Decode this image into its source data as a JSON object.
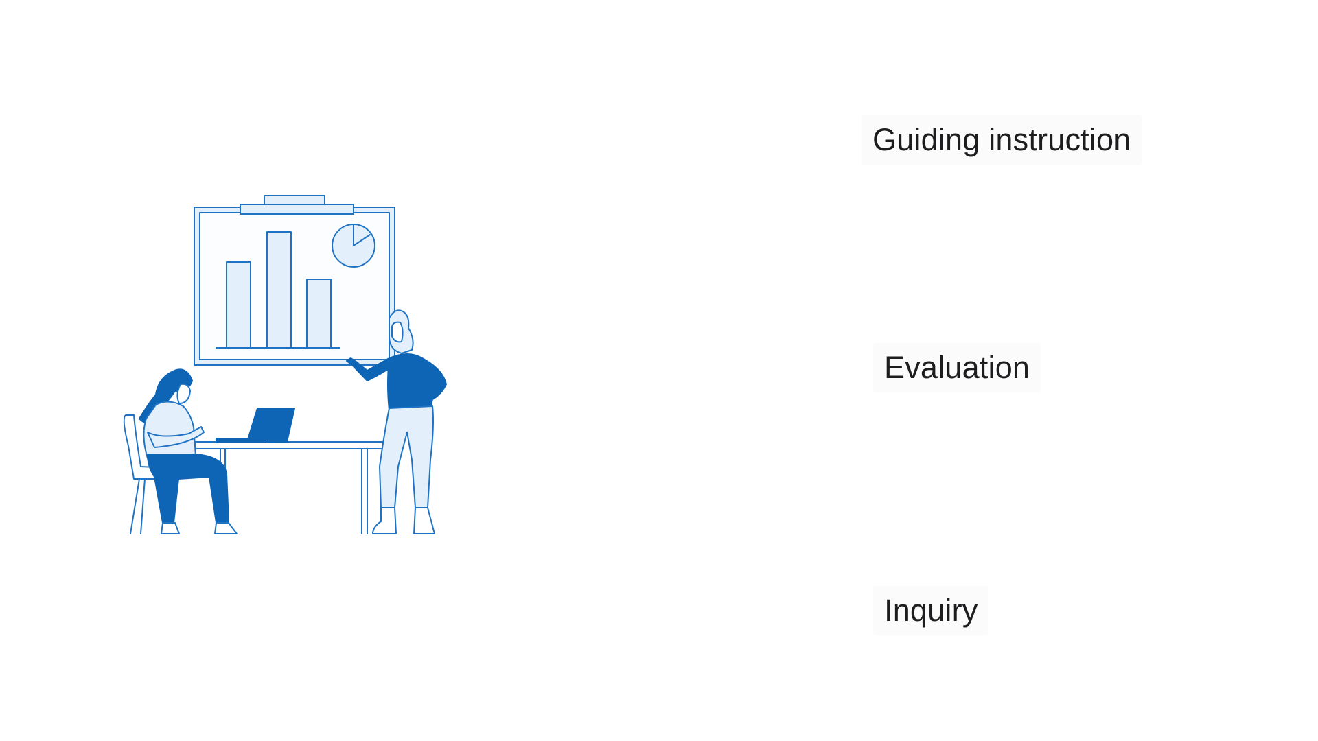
{
  "options": [
    {
      "label": "Guiding instruction"
    },
    {
      "label": "Evaluation"
    },
    {
      "label": "Inquiry"
    }
  ],
  "illustration": {
    "name": "meeting-presentation-illustration",
    "colors": {
      "primary": "#0e64b5",
      "light": "#e3f0fb",
      "stroke": "#1f73c4"
    }
  },
  "colors": {
    "background": "#ffffff",
    "text": "#1d1d1f"
  }
}
